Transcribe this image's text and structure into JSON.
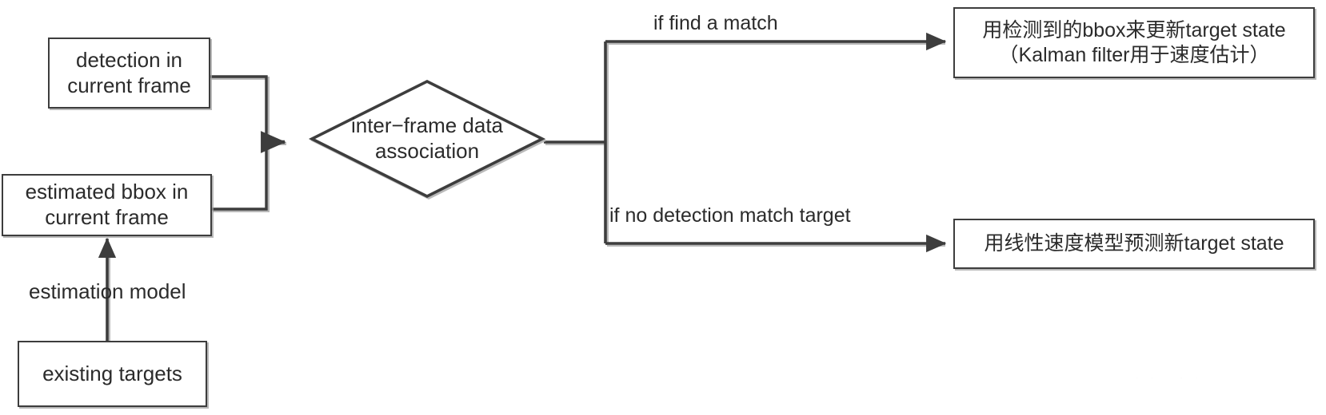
{
  "diagram": {
    "title": "object tracking data association flowchart",
    "stroke_color": "#3d3d3d",
    "text_color": "#2b2b2b",
    "background_color": "#ffffff",
    "shadow_color": "#a0a0a0"
  },
  "nodes": {
    "detection": {
      "label": "detection in\ncurrent frame",
      "shape": "rectangle"
    },
    "estimated_bbox": {
      "label": "estimated bbox in\ncurrent frame",
      "shape": "rectangle"
    },
    "existing_targets": {
      "label": "existing targets",
      "shape": "rectangle"
    },
    "association": {
      "label": "inter−frame data\nassociation",
      "shape": "diamond"
    },
    "update_state": {
      "label": "用检测到的bbox来更新target state\n（Kalman filter用于速度估计）",
      "shape": "rectangle"
    },
    "predict_state": {
      "label": "用线性速度模型预测新target state",
      "shape": "rectangle"
    }
  },
  "edges": {
    "estimation_model": {
      "label": "estimation model"
    },
    "match_yes": {
      "label": "if find a match"
    },
    "match_no": {
      "label": "if no detection match target"
    }
  }
}
